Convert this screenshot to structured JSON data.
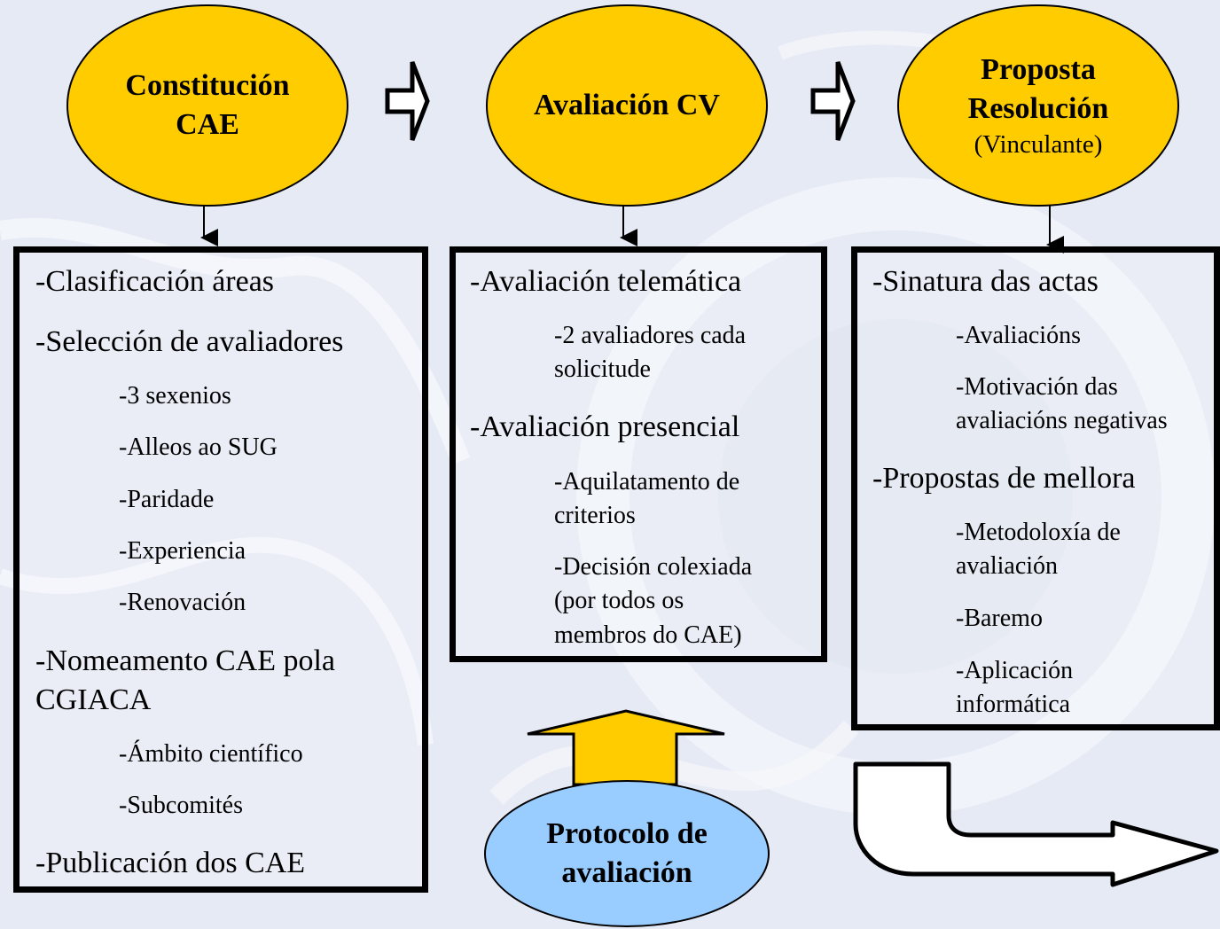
{
  "colors": {
    "yellow": "#ffcc00",
    "blue": "#99ccff",
    "background": "#e6eaf4"
  },
  "nodes": {
    "constitucion": {
      "line1": "Constitución",
      "line2": "CAE"
    },
    "avaliacion": {
      "line1": "Avaliación CV"
    },
    "proposta": {
      "line1": "Proposta",
      "line2": "Resolución",
      "line3": "(Vinculante)"
    },
    "protocolo": {
      "line1": "Protocolo de",
      "line2": "avaliación"
    }
  },
  "box1": {
    "items": [
      "-Clasificación áreas",
      "-Selección de avaliadores",
      "-3 sexenios",
      "-Alleos ao SUG",
      "-Paridade",
      "-Experiencia",
      "-Renovación",
      "-Nomeamento CAE  pola",
      "CGIACA",
      "-Ámbito científico",
      "-Subcomités",
      "-Publicación dos CAE"
    ]
  },
  "box2": {
    "items": [
      "-Avaliación telemática",
      "-2 avaliadores cada",
      "solicitude",
      "-Avaliación presencial",
      "-Aquilatamento de",
      "criterios",
      "-Decisión colexiada",
      "(por todos os",
      "membros do CAE)"
    ]
  },
  "box3": {
    "items": [
      "-Sinatura das actas",
      "-Avaliacións",
      "-Motivación das",
      "avaliacións negativas",
      "-Propostas de mellora",
      "-Metodoloxía de",
      "avaliación",
      "-Baremo",
      "-Aplicación",
      "informática"
    ]
  }
}
